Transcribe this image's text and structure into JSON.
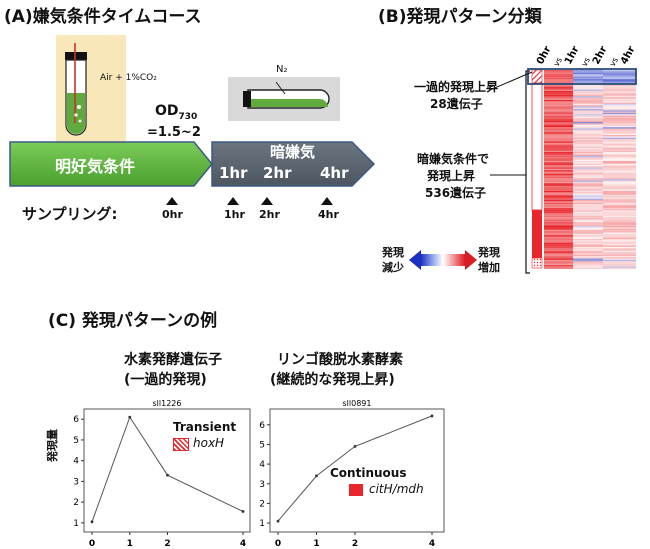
{
  "panel_a": {
    "title": "(A)嫌気条件タイムコース",
    "flask_label": "Air + 1%CO₂",
    "n2_label": "N₂",
    "od_prefix": "OD",
    "od_sub": "730",
    "od_value": "=1.5~2",
    "aerobic_label": "明好気条件",
    "anaerobic_label": "暗嫌気",
    "arrow_times": [
      "1hr",
      "2hr",
      "4hr"
    ],
    "sampling_label": "サンプリング:",
    "sampling_times": [
      "0hr",
      "1hr",
      "2hr",
      "4hr"
    ],
    "colors": {
      "aerobic_green": "#59b53a",
      "anaerobic_gray": "#5b6570",
      "arrow_border": "#3b5a85",
      "culture_green": "#5faa3c",
      "flask_bg": "#f8e7b8"
    }
  },
  "panel_b": {
    "title": "(B)発現パターン分類",
    "col_headers": [
      "0hr",
      "vs",
      "1hr",
      "vs",
      "2hr",
      "vs",
      "4hr"
    ],
    "transient_label_line1": "一過的発現上昇",
    "transient_label_line2": "28遺伝子",
    "continuous_label_line1": "暗嫌気条件で",
    "continuous_label_line2": "発現上昇",
    "continuous_label_line3": "536遺伝子",
    "legend_low_line1": "発現",
    "legend_low_line2": "減少",
    "legend_high_line1": "発現",
    "legend_high_line2": "増加",
    "colors": {
      "up": "#e8262b",
      "down": "#3244c8",
      "highlight_box": "#2a4d78"
    }
  },
  "panel_c": {
    "title": "(C) 発現パターンの例",
    "ylabel": "発現量",
    "left_heading_line1": "水素発酵遺伝子",
    "left_heading_line2": "(一過的発現)",
    "right_heading_line1": "リンゴ酸脱水素酵素",
    "right_heading_line2": "(継続的な発現上昇)",
    "transient_legend_title": "Transient",
    "transient_legend_gene": "hoxH",
    "continuous_legend_title": "Continuous",
    "continuous_legend_gene": "citH/mdh"
  },
  "chart_data": [
    {
      "type": "line",
      "title": "sll1226",
      "x": [
        0,
        1,
        2,
        4
      ],
      "y": [
        1.05,
        6.1,
        3.3,
        1.55
      ],
      "xticks": [
        "0",
        "1",
        "2",
        "4"
      ],
      "yticks": [
        "1",
        "2",
        "3",
        "4",
        "5",
        "6"
      ],
      "xlim": [
        0,
        4
      ],
      "ylim": [
        0.8,
        6.3
      ],
      "xlabel": "",
      "ylabel": "発現量"
    },
    {
      "type": "line",
      "title": "sll0891",
      "x": [
        0,
        1,
        2,
        4
      ],
      "y": [
        1.1,
        3.4,
        4.9,
        6.45
      ],
      "xticks": [
        "0",
        "1",
        "2",
        "4"
      ],
      "yticks": [
        "1",
        "2",
        "3",
        "4",
        "5",
        "6"
      ],
      "xlim": [
        0,
        4
      ],
      "ylim": [
        0.8,
        6.6
      ],
      "xlabel": "",
      "ylabel": ""
    }
  ]
}
